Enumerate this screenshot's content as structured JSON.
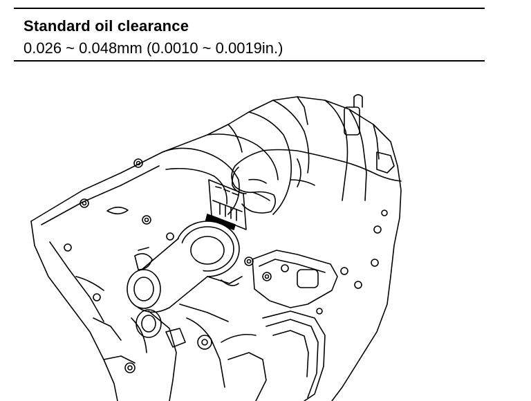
{
  "spec": {
    "title": "Standard oil clearance",
    "value": "0.026 ~ 0.048mm (0.0010 ~ 0.0019in.)"
  },
  "illustration": {
    "icon": "crankshaft-plastigage-measurement-drawing",
    "line_color": "#000000",
    "fill_color": "#ffffff"
  }
}
